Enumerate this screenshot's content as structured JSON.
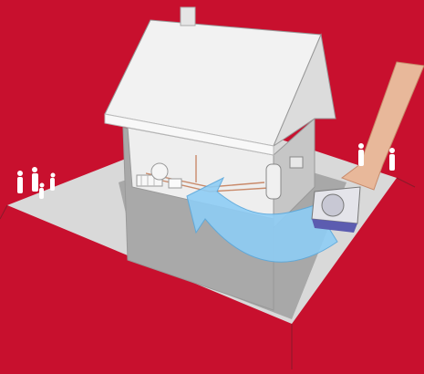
{
  "colors": {
    "background": "#c8102e",
    "ground": "#d9d9d9",
    "ground_shadow": "#a8a8a8",
    "wall_front": "#a9a9a9",
    "wall_side": "#c6c6c6",
    "interior": "#eeeeee",
    "roof_top": "#f2f2f2",
    "roof_edge": "#dcdcdc",
    "cold_flow": "#8ecdf5",
    "warm_flow": "#e8b89a",
    "outdoor_unit": "#d0d0d6",
    "figures": "#ffffff"
  },
  "icons": [
    "house-model",
    "heat-pump-outdoor-unit",
    "hot-water-cylinder",
    "indoor-radiator",
    "boiler-unit",
    "people-group-left",
    "people-group-right",
    "cold-air-flow-arrow",
    "warm-air-flow-arrow"
  ]
}
